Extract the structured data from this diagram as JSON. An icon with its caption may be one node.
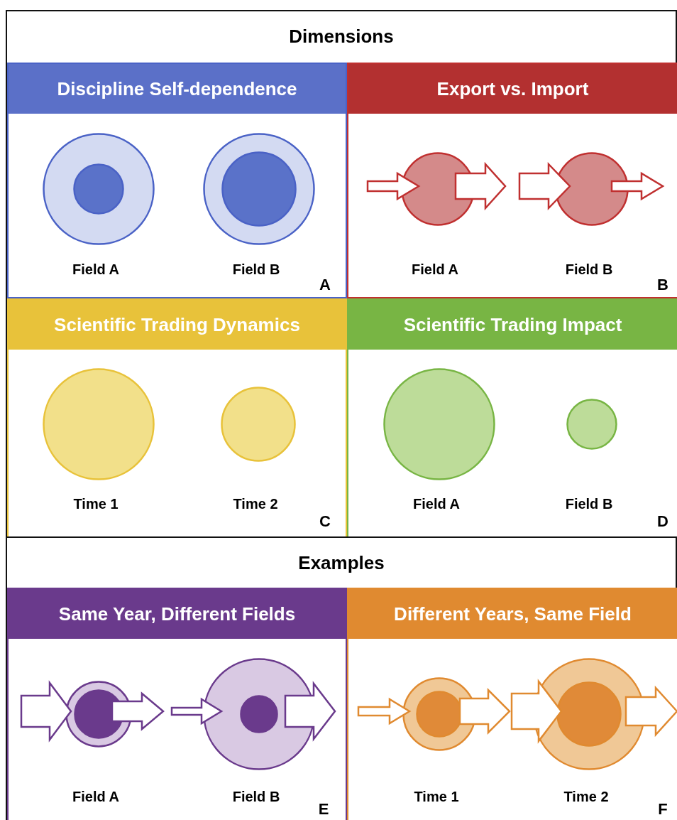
{
  "diagram": {
    "nodes": [
      {
        "text": [
          "Dimensions"
        ]
      },
      {
        "text": [
          "Discipline Self-dependence"
        ],
        "in": 0
      },
      {
        "text": [],
        "shape": "circle",
        "in": 1,
        "beside": [
          "Field A"
        ]
      },
      {
        "text": [],
        "shape": "circle",
        "in": 2
      },
      {
        "text": [],
        "shape": "circle",
        "in": 1,
        "beside": [
          "Field B"
        ]
      },
      {
        "text": [],
        "shape": "circle",
        "in": 4
      },
      {
        "text": [
          "Export vs. Import"
        ],
        "in": 0
      },
      {
        "text": [],
        "shape": "circle",
        "in": 6,
        "beside": [
          "Field A"
        ]
      },
      {
        "text": [],
        "shape": "circle",
        "in": 6,
        "beside": [
          "Field B"
        ]
      },
      {
        "text": [
          "Scientific Trading Dynamics"
        ],
        "in": 0
      },
      {
        "text": [],
        "shape": "circle",
        "in": 9,
        "beside": [
          "Time 1"
        ]
      },
      {
        "text": [],
        "shape": "circle",
        "in": 9,
        "beside": [
          "Time 2"
        ]
      },
      {
        "text": [
          "Scientific Trading Impact"
        ],
        "in": 0
      },
      {
        "text": [],
        "shape": "circle",
        "in": 12,
        "beside": [
          "Field A"
        ]
      },
      {
        "text": [],
        "shape": "circle",
        "in": 12,
        "beside": [
          "Field B"
        ]
      },
      {
        "text": [
          "Examples"
        ]
      },
      {
        "text": [
          "Same Year, Different Fields"
        ],
        "in": 15
      },
      {
        "text": [],
        "shape": "circle",
        "in": 16,
        "beside": [
          "Field A"
        ]
      },
      {
        "text": [],
        "shape": "circle",
        "in": 17
      },
      {
        "text": [],
        "shape": "circle",
        "in": 16,
        "beside": [
          "Field B"
        ]
      },
      {
        "text": [],
        "shape": "circle",
        "in": 19
      },
      {
        "text": [
          "Different Years, Same Field"
        ],
        "in": 15
      },
      {
        "text": [],
        "shape": "circle",
        "in": 21,
        "beside": [
          "Time 1"
        ]
      },
      {
        "text": [],
        "shape": "circle",
        "in": 22
      },
      {
        "text": [],
        "shape": "circle",
        "in": 21,
        "beside": [
          "Time 2"
        ]
      },
      {
        "text": [],
        "shape": "circle",
        "in": 24
      }
    ],
    "labels": [
      "A",
      "B",
      "C",
      "D",
      "E",
      "F"
    ]
  }
}
